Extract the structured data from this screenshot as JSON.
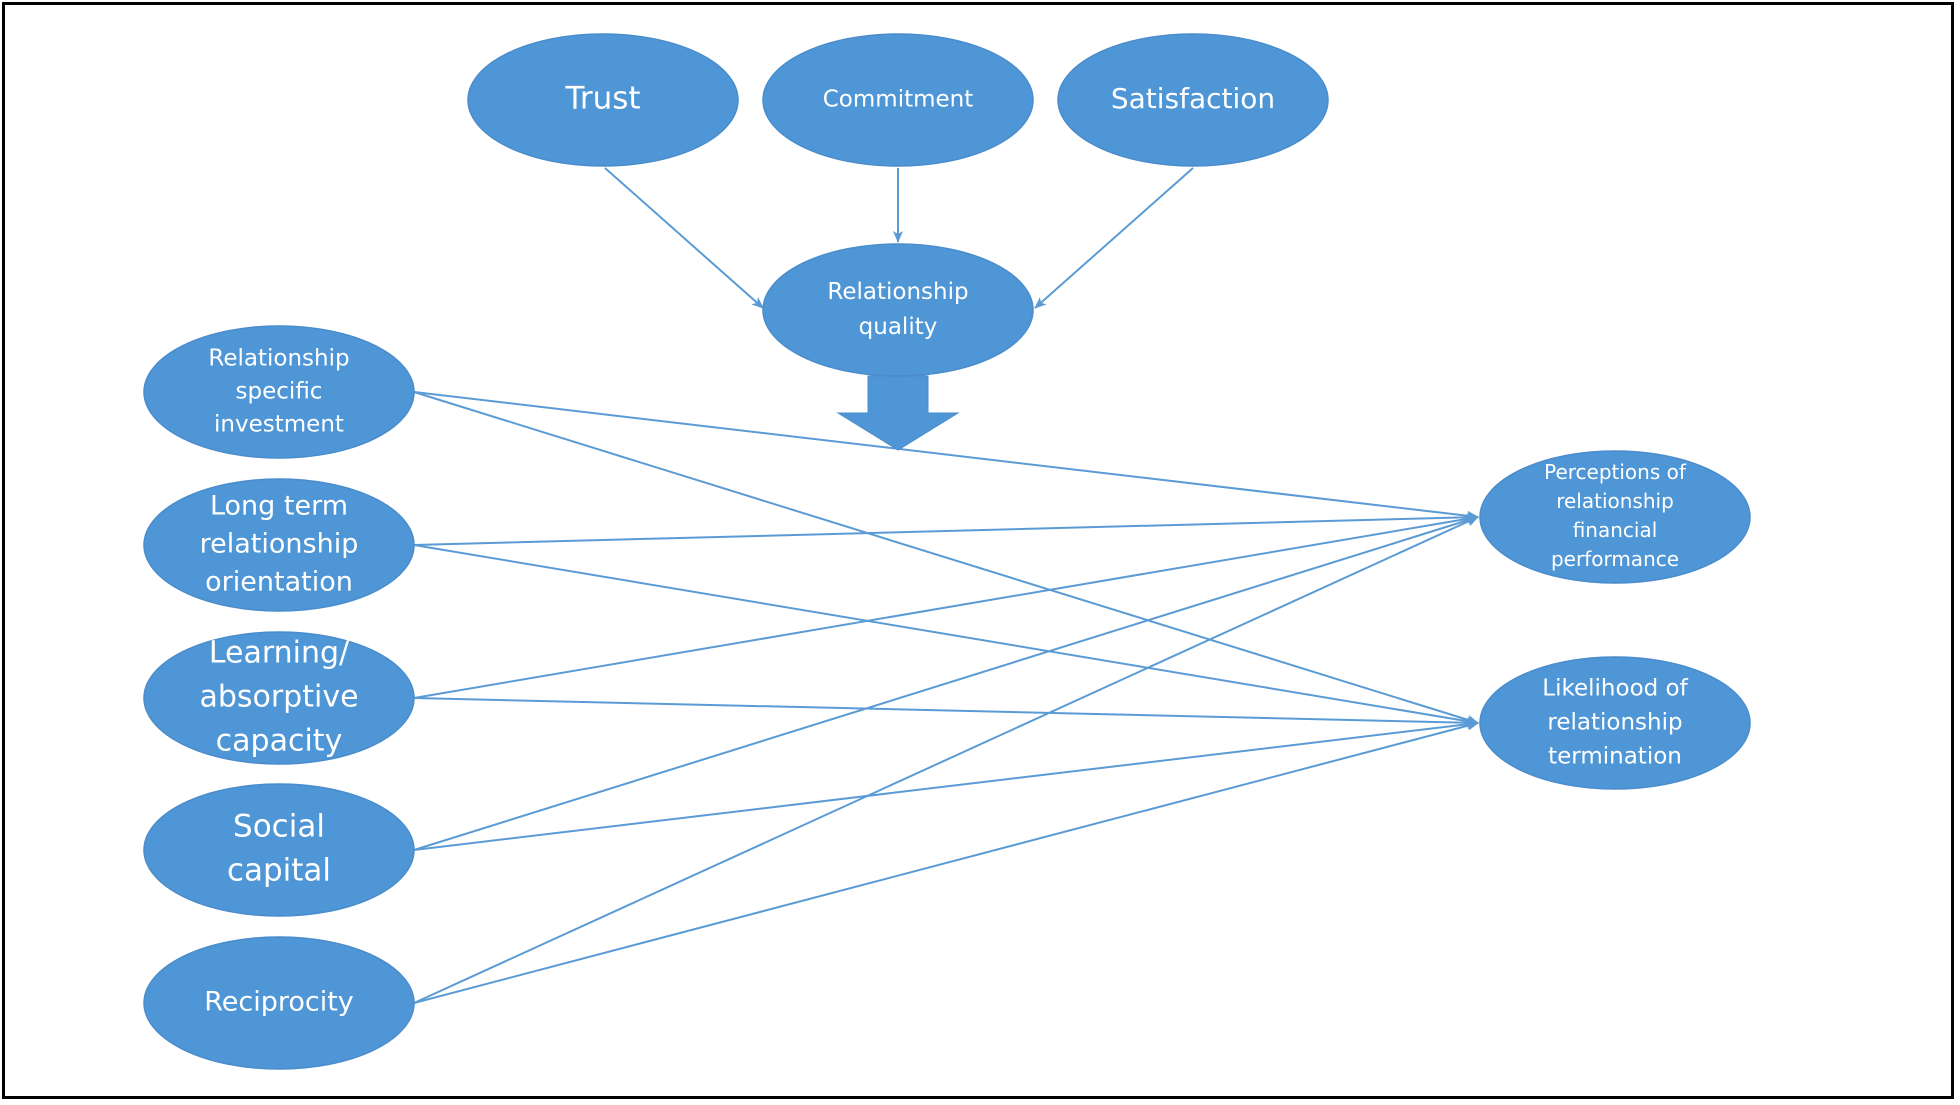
{
  "diagram": {
    "colors": {
      "node_fill": "#4f96d6",
      "node_stroke": "#4a8ccc",
      "edge": "#5b9bd5",
      "text": "#ffffff",
      "border": "#000000"
    },
    "nodes": [
      {
        "id": "trust",
        "lines": [
          "Trust"
        ]
      },
      {
        "id": "commitment",
        "lines": [
          "Commitment"
        ]
      },
      {
        "id": "satisfaction",
        "lines": [
          "Satisfaction"
        ]
      },
      {
        "id": "relationship_quality",
        "lines": [
          "Relationship",
          "quality"
        ]
      },
      {
        "id": "relationship_specific_investment",
        "lines": [
          "Relationship",
          "specific",
          "investment"
        ]
      },
      {
        "id": "long_term_orientation",
        "lines": [
          "Long term",
          "relationship",
          "orientation"
        ]
      },
      {
        "id": "learning_absorptive_capacity",
        "lines": [
          "Learning/",
          "absorptive",
          "capacity"
        ]
      },
      {
        "id": "social_capital",
        "lines": [
          "Social",
          "capital"
        ]
      },
      {
        "id": "reciprocity",
        "lines": [
          "Reciprocity"
        ]
      },
      {
        "id": "financial_performance",
        "lines": [
          "Perceptions of",
          "relationship",
          "financial",
          "performance"
        ]
      },
      {
        "id": "termination",
        "lines": [
          "Likelihood of",
          "relationship",
          "termination"
        ]
      }
    ],
    "edges": [
      {
        "from": "trust",
        "to": "relationship_quality"
      },
      {
        "from": "commitment",
        "to": "relationship_quality"
      },
      {
        "from": "satisfaction",
        "to": "relationship_quality"
      },
      {
        "from": "relationship_specific_investment",
        "to": "financial_performance"
      },
      {
        "from": "relationship_specific_investment",
        "to": "termination"
      },
      {
        "from": "long_term_orientation",
        "to": "financial_performance"
      },
      {
        "from": "long_term_orientation",
        "to": "termination"
      },
      {
        "from": "learning_absorptive_capacity",
        "to": "financial_performance"
      },
      {
        "from": "learning_absorptive_capacity",
        "to": "termination"
      },
      {
        "from": "social_capital",
        "to": "financial_performance"
      },
      {
        "from": "social_capital",
        "to": "termination"
      },
      {
        "from": "reciprocity",
        "to": "financial_performance"
      },
      {
        "from": "reciprocity",
        "to": "termination"
      }
    ],
    "moderation_arrow": {
      "from": "relationship_quality",
      "to": "predictor_paths"
    }
  }
}
